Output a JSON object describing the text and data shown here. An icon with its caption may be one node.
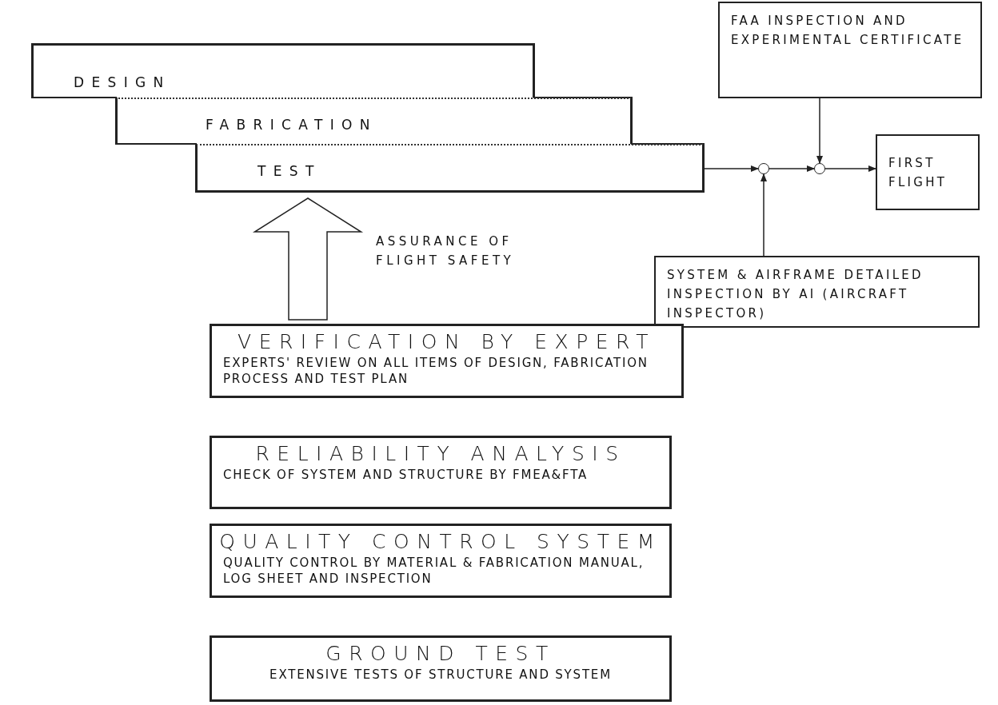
{
  "diagram": {
    "nodes": [
      {
        "text": [
          "DESIGN"
        ]
      },
      {
        "text": [
          "FABRICATION"
        ]
      },
      {
        "text": [
          "TEST"
        ]
      },
      {
        "text": [],
        "shape": "circle"
      },
      {
        "text": [],
        "shape": "circle"
      },
      {
        "text": [
          "FIRST FLIGHT"
        ]
      },
      {
        "text": [
          "FAA INSPECTION AND EXPERIMENTAL CERTIFICATE"
        ]
      },
      {
        "text": [
          "SYSTEM & AIRFRAME DETAILED INSPECTION BY AI (AIRCRAFT INSPECTOR)"
        ]
      },
      {
        "text": [
          "VERIFICATION BY EXPERT",
          "EXPERTS' REVIEW ON ALL ITEMS OF DESIGN, FABRICATION PROCESS AND TEST PLAN"
        ]
      },
      {
        "text": [
          "RELIABILITY ANALYSIS",
          "CHECK OF SYSTEM AND STRUCTURE BY FMEA&FTA"
        ]
      },
      {
        "text": [
          "QUALITY CONTROL SYSTEM",
          "QUALITY CONTROL BY MATERIAL & FABRICATION MANUAL, LOG SHEET AND INSPECTION"
        ]
      },
      {
        "text": [
          "GROUND TEST",
          "EXTENSIVE TESTS OF STRUCTURE AND SYSTEM"
        ]
      }
    ],
    "edges": [
      {
        "from": 2,
        "to": 3,
        "arrow": "to"
      },
      {
        "from": 3,
        "to": 4,
        "arrow": "to"
      },
      {
        "from": 4,
        "to": 5,
        "arrow": "to"
      },
      {
        "from": 6,
        "to": 4,
        "arrow": "to"
      },
      {
        "from": 7,
        "to": 3,
        "arrow": "to"
      },
      {
        "from": 8,
        "to": 2,
        "arrow": "to",
        "style": "thick"
      }
    ],
    "labels": [
      "ASSURANCE OF FLIGHT SAFETY"
    ]
  }
}
